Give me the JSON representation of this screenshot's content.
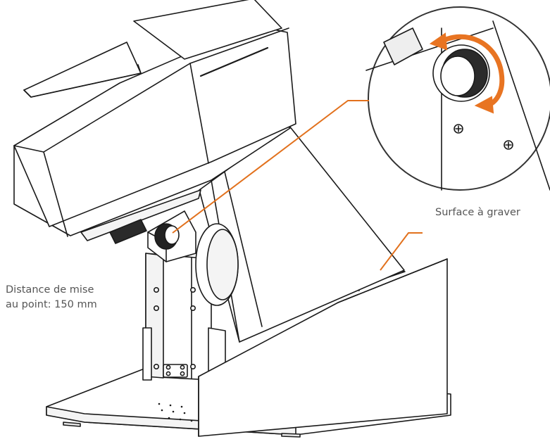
{
  "labels": {
    "surface": "Surface à graver",
    "focus_distance_line1": "Distance de mise",
    "focus_distance_line2": "au point: 150 mm"
  },
  "colors": {
    "outline": "#1a1a1a",
    "callout": "#e2711d",
    "rotation_arrow": "#e87422",
    "label_text": "#555555",
    "background": "#ffffff"
  },
  "icons": {
    "rotation": "double-headed-curved-arrow",
    "knob": "knurled-focus-knob",
    "screw": "phillips-screw"
  }
}
